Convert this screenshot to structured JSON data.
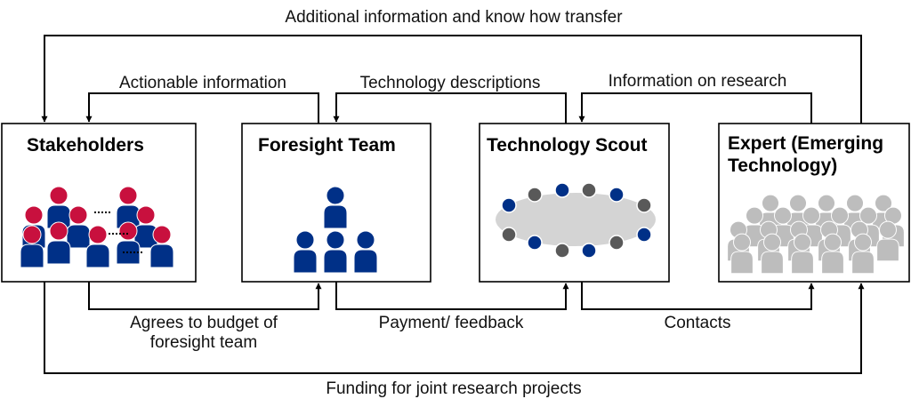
{
  "colors": {
    "stakeholder_head": "#c8103e",
    "navy": "#003087",
    "gray_person": "#bdbdbd",
    "dark_gray": "#595959",
    "ellipse": "#d4d4d4"
  },
  "boxes": {
    "stakeholders": {
      "title": "Stakeholders"
    },
    "foresight": {
      "title": "Foresight Team"
    },
    "scout": {
      "title": "Technology Scout"
    },
    "expert": {
      "title_line1": "Expert (Emerging",
      "title_line2": "Technology)"
    }
  },
  "flows": {
    "additional_info": "Additional information and know how transfer",
    "actionable": "Actionable information",
    "tech_descriptions": "Technology descriptions",
    "info_research": "Information on research",
    "budget_line1": "Agrees to budget of",
    "budget_line2": "foresight team",
    "payment": "Payment/ feedback",
    "contacts": "Contacts",
    "funding": "Funding for joint research projects"
  },
  "icons": {
    "stakeholders": "people-group-icon",
    "foresight": "team-pyramid-icon",
    "scout": "network-ellipse-icon",
    "expert": "crowd-icon"
  }
}
